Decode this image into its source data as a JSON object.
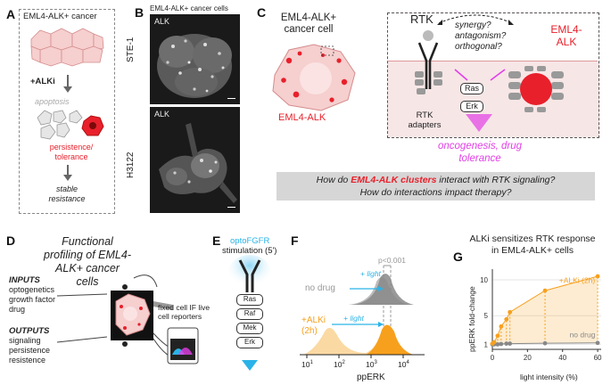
{
  "panelA": {
    "letter": "A",
    "title": "EML4-ALK+ cancer",
    "treatment": "+ALKi",
    "apoptosis": "apoptosis",
    "persistence": "persistence/ tolerance",
    "stable": "stable resistance"
  },
  "panelB": {
    "letter": "B",
    "title": "EML4-ALK+ cancer cells",
    "image_top_label": "ALK",
    "image_bottom_label": "ALK",
    "row_top": "STE-1",
    "row_bottom": "H3122"
  },
  "panelC": {
    "letter": "C",
    "cell_label": "EML4-ALK+ cancer cell",
    "eml4_alk_label": "EML4-ALK",
    "rtk_label": "RTK",
    "questions": "synergy? antagonism? orthogonal?",
    "eml4_alk_right": "EML4- ALK",
    "ras": "Ras",
    "erk": "Erk",
    "adapters": "RTK adapters",
    "outcome": "oncogenesis, drug tolerance",
    "q_line1_pre": "How do ",
    "q_line1_em": "EML4-ALK clusters",
    "q_line1_post": " interact with RTK signaling?",
    "q_line2": "How do interactions impact therapy?"
  },
  "panelD": {
    "letter": "D",
    "title": "Functional profiling of EML4-ALK+ cancer cells",
    "inputs_title": "INPUTS",
    "inputs_items": "optogenetics growth factor drug",
    "outputs_title": "OUTPUTS",
    "outputs_items": "signaling persistence resistence",
    "readout": "fixed cell IF live cell reporters"
  },
  "panelE": {
    "letter": "E",
    "opto": "optoFGFR",
    "stimulation": "stimulation (5')",
    "cascade": [
      "Ras",
      "Raf",
      "Mek",
      "Erk"
    ]
  },
  "panelF": {
    "letter": "F",
    "pvalue": "p<0.001",
    "light_top": "+ light",
    "no_drug": "no drug",
    "alki": "+ALKi (2h)",
    "light_bottom": "+ light",
    "xlabel": "ppERK",
    "ticks": [
      "10",
      "10",
      "10",
      "10"
    ],
    "tick_exp": [
      "1",
      "2",
      "3",
      "4"
    ]
  },
  "chart_data": {
    "type": "line",
    "title": "ALKi sensitizes RTK response in EML4-ALK+ cells",
    "xlabel": "light intensity (%)",
    "ylabel": "ppERK fold-change",
    "x_ticks": [
      0,
      20,
      40,
      60
    ],
    "y_ticks": [
      1,
      5,
      10
    ],
    "xlim": [
      0,
      62
    ],
    "ylim": [
      0.3,
      11.5
    ],
    "series": [
      {
        "name": "no drug",
        "x": [
          0,
          1,
          3,
          5,
          8,
          10,
          30,
          60
        ],
        "y": [
          1.0,
          1.0,
          1.0,
          1.05,
          1.1,
          1.1,
          1.15,
          1.2
        ],
        "color": "#888888"
      },
      {
        "name": "+ALKi (2h)",
        "x": [
          0,
          1,
          3,
          5,
          8,
          10,
          30,
          60
        ],
        "y": [
          1.1,
          1.3,
          2.2,
          3.5,
          4.5,
          5.5,
          8.5,
          10.5
        ],
        "color": "#f7a01d"
      }
    ],
    "annotation": "+ALKi (2h)",
    "annotation2": "no drug",
    "letter": "G"
  },
  "colors": {
    "red": "#e8202b",
    "magenta": "#e23fe6",
    "orange": "#f7a01d",
    "blue": "#2ab3e8",
    "gray": "#888888"
  }
}
